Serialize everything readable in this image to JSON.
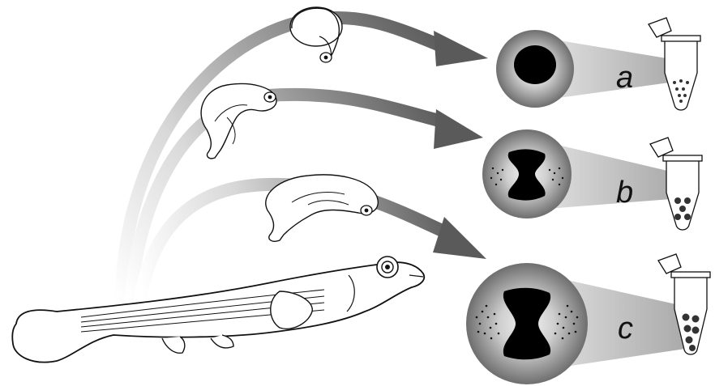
{
  "panels": [
    {
      "label": "a",
      "stage": "embryo",
      "cells": "few"
    },
    {
      "label": "b",
      "stage": "larva",
      "cells": "medium"
    },
    {
      "label": "c",
      "stage": "late-larva",
      "cells": "many"
    }
  ],
  "colors": {
    "arrow_light": "#f2f2f2",
    "arrow_dark": "#5c5c5c",
    "eye_outer": "#7a7a7a",
    "eye_edge": "#cfcfcf",
    "pupil": "#000000",
    "cone": "#dadada",
    "outline": "#111111"
  }
}
